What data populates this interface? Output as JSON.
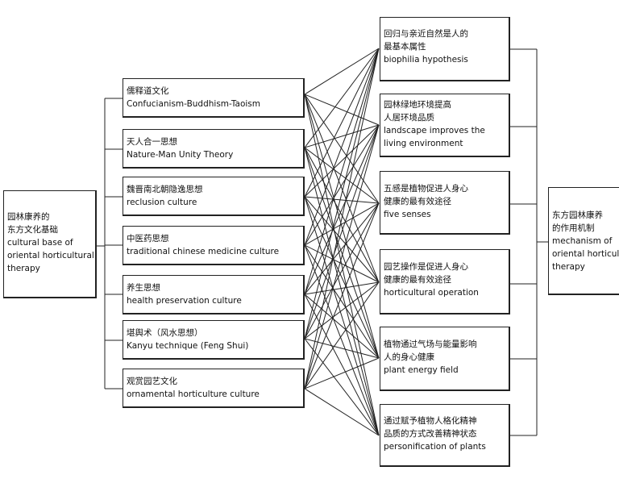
{
  "left_box": {
    "zh_line1": "园林康养的",
    "zh_line2": "东方文化基础",
    "en_line1": "cultural base of",
    "en_line2": "oriental horticultural",
    "en_line3": "therapy"
  },
  "right_box": {
    "zh_line1": "东方园林康养",
    "zh_line2": "的作用机制",
    "en_line1": "mechanism of",
    "en_line2": "oriental horticultural",
    "en_line3": "therapy"
  },
  "cultures": [
    {
      "zh": "儒释道文化",
      "en": "Confucianism-Buddhism-Taoism"
    },
    {
      "zh": "天人合一思想",
      "en": "Nature-Man Unity Theory"
    },
    {
      "zh": "魏晋南北朝隐逸思想",
      "en": "reclusion culture"
    },
    {
      "zh": "中医药思想",
      "en": "traditional chinese medicine culture"
    },
    {
      "zh": "养生思想",
      "en": "health preservation culture"
    },
    {
      "zh": "堪舆术（风水思想）",
      "en": "Kanyu technique (Feng Shui)"
    },
    {
      "zh": "观赏园艺文化",
      "en": "ornamental horticulture culture"
    }
  ],
  "mechanisms": [
    {
      "zh1": "回归与亲近自然是人的",
      "zh2": "最基本属性",
      "en1": "biophilia hypothesis",
      "en2": ""
    },
    {
      "zh1": "园林绿地环境提高",
      "zh2": "人居环境品质",
      "en1": "landscape improves the",
      "en2": "living environment"
    },
    {
      "zh1": "五感是植物促进人身心",
      "zh2": "健康的最有效途径",
      "en1": "five senses",
      "en2": ""
    },
    {
      "zh1": "园艺操作是促进人身心",
      "zh2": "健康的最有效途径",
      "en1": "horticultural operation",
      "en2": ""
    },
    {
      "zh1": "植物通过气场与能量影响",
      "zh2": "人的身心健康",
      "en1": "plant energy field",
      "en2": ""
    },
    {
      "zh1": "通过赋予植物人格化精神",
      "zh2": "品质的方式改善精神状态",
      "en1": "personification of plants",
      "en2": ""
    }
  ]
}
